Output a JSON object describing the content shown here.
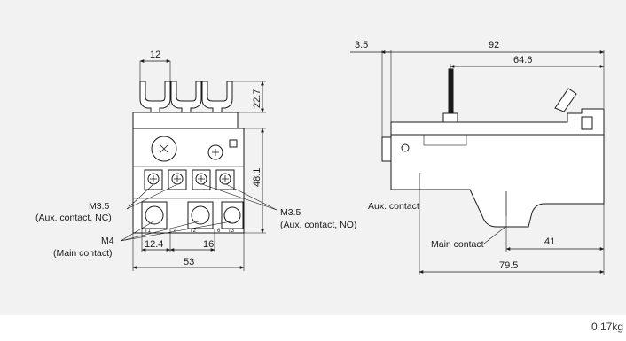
{
  "weight": "0.17kg",
  "front_view": {
    "dim_terminal_pitch": "12",
    "dim_terminal_height": "22.7",
    "dim_body_height": "48.1",
    "dim_main_pitch_left": "12.4",
    "dim_main_pitch": "16",
    "dim_width": "53",
    "label_aux_nc_size": "M3.5",
    "label_aux_nc_desc": "(Aux. contact, NC)",
    "label_main_size": "M4",
    "label_main_desc": "(Main contact)",
    "label_aux_no_size": "M3.5",
    "label_aux_no_desc": "(Aux. contact, NO)"
  },
  "side_view": {
    "dim_offset": "3.5",
    "dim_depth": "92",
    "dim_depth_inner": "64.6",
    "dim_bottom": "41",
    "dim_base_depth": "79.5",
    "label_aux": "Aux. contact",
    "label_main": "Main contact"
  }
}
